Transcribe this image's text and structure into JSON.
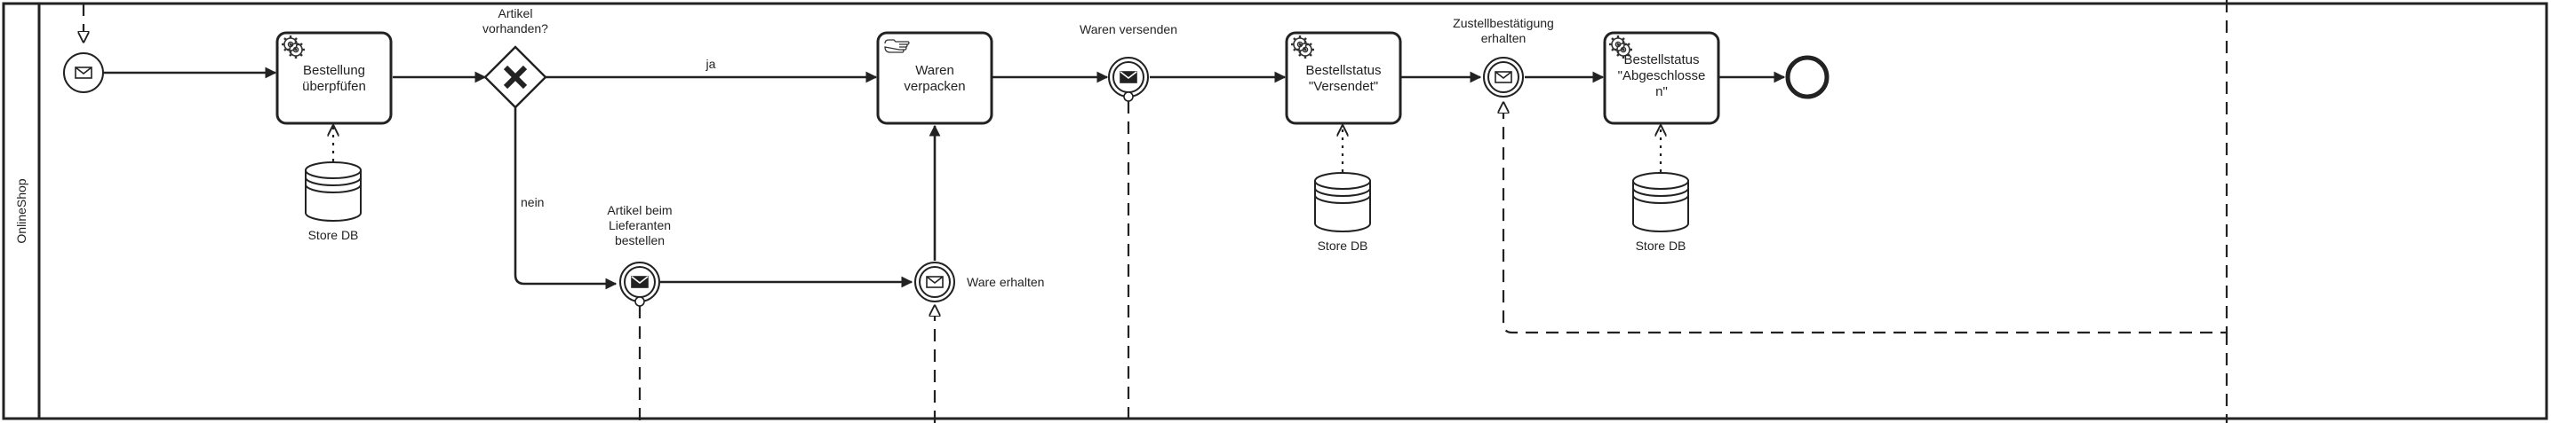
{
  "pool": {
    "lane_label": "OnlineShop"
  },
  "tasks": {
    "check_order": [
      "Bestellung",
      "überpfüfen"
    ],
    "pack_goods": [
      "Waren",
      "verpacken"
    ],
    "status_sent": [
      "Bestellstatus",
      "\"Versendet\""
    ],
    "status_done": [
      "Bestellstatus",
      "\"Abgeschlosse",
      "n\""
    ]
  },
  "gateway": {
    "label": [
      "Artikel",
      "vorhanden?"
    ],
    "yes": "ja",
    "no": "nein"
  },
  "events": {
    "order_supplier": [
      "Artikel beim",
      "Lieferanten",
      "bestellen"
    ],
    "goods_received": "Ware erhalten",
    "ship_goods": "Waren versenden",
    "delivery_confirmation": [
      "Zustellbestätigung",
      "erhalten"
    ]
  },
  "data_stores": {
    "store1": "Store DB",
    "store2": "Store DB",
    "store3": "Store DB"
  },
  "icons": {
    "service_task": "gear-icon",
    "manual_task": "hand-icon",
    "message_event": "envelope-icon",
    "gateway": "exclusive-x-icon"
  },
  "colors": {
    "stroke": "#222222",
    "background": "#ffffff"
  }
}
